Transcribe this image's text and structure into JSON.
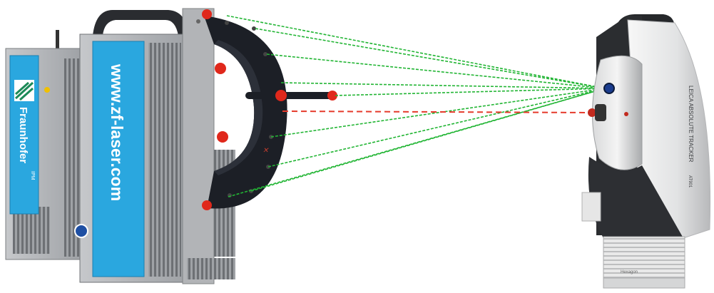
{
  "scanner": {
    "left_panel_brand": "Fraunhofer",
    "left_panel_sub": "IPM",
    "right_panel_url": "www.zf-laser.com"
  },
  "tracker": {
    "side_label": "LEICA ABSOLUTE TRACKER",
    "model_badge": "AT901",
    "bottom_label": "Hexagon"
  },
  "colors": {
    "body_grey": "#b9bcc0",
    "panel_blue": "#2aa7df",
    "fixture_black": "#1c1f26",
    "target_red": "#e0281b",
    "laser_green": "#22b534",
    "laser_red": "#e53a2b",
    "tracker_white": "#efefef"
  },
  "icons": [
    "fraunhofer-logo-icon",
    "zf-logo-icon",
    "leica-logo-icon"
  ]
}
